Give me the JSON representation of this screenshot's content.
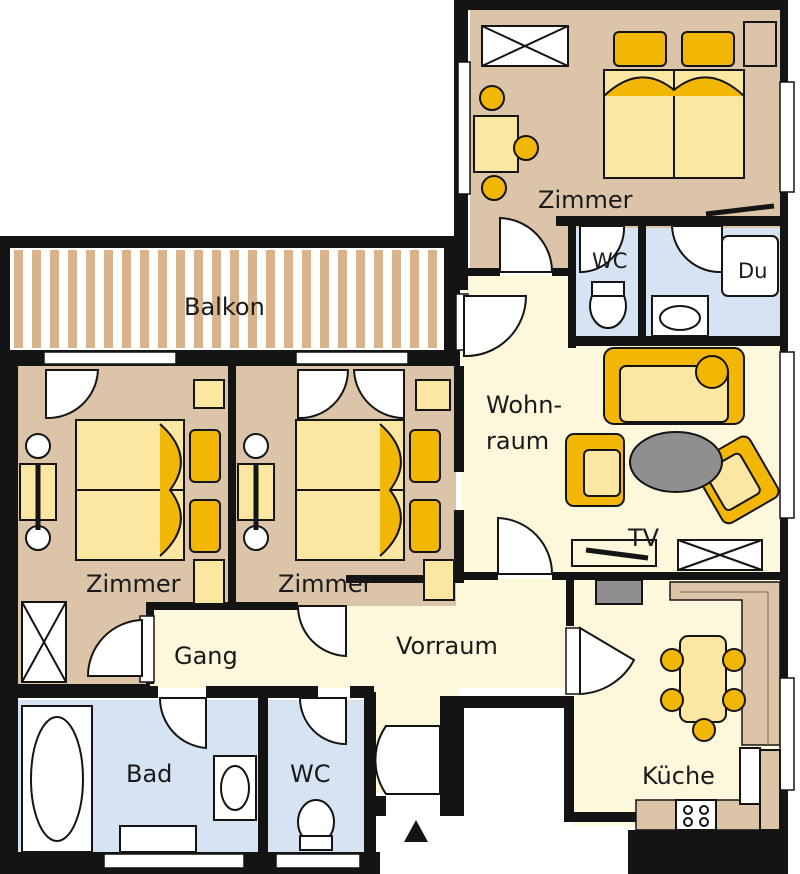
{
  "plan": {
    "rooms": {
      "zimmer_top": "Zimmer",
      "zimmer_left": "Zimmer",
      "zimmer_middle": "Zimmer",
      "balkon": "Balkon",
      "wc_top": "WC",
      "dusche": "Du",
      "wohnraum_line1": "Wohn-",
      "wohnraum_line2": "raum",
      "tv": "TV",
      "gang": "Gang",
      "vorraum": "Vorraum",
      "bad": "Bad",
      "wc_bottom": "WC",
      "kueche": "Küche"
    },
    "colors": {
      "wall": "#141414",
      "bedroom_floor": "#dcc4a8",
      "living_floor": "#fdf8dc",
      "wet_room_floor": "#d6e3f2",
      "furniture_yellow": "#f2b705",
      "bed_yellow": "#fbe7a1",
      "balcony_stripe": "#d9b38c",
      "table_grey": "#8f8f8f"
    }
  }
}
